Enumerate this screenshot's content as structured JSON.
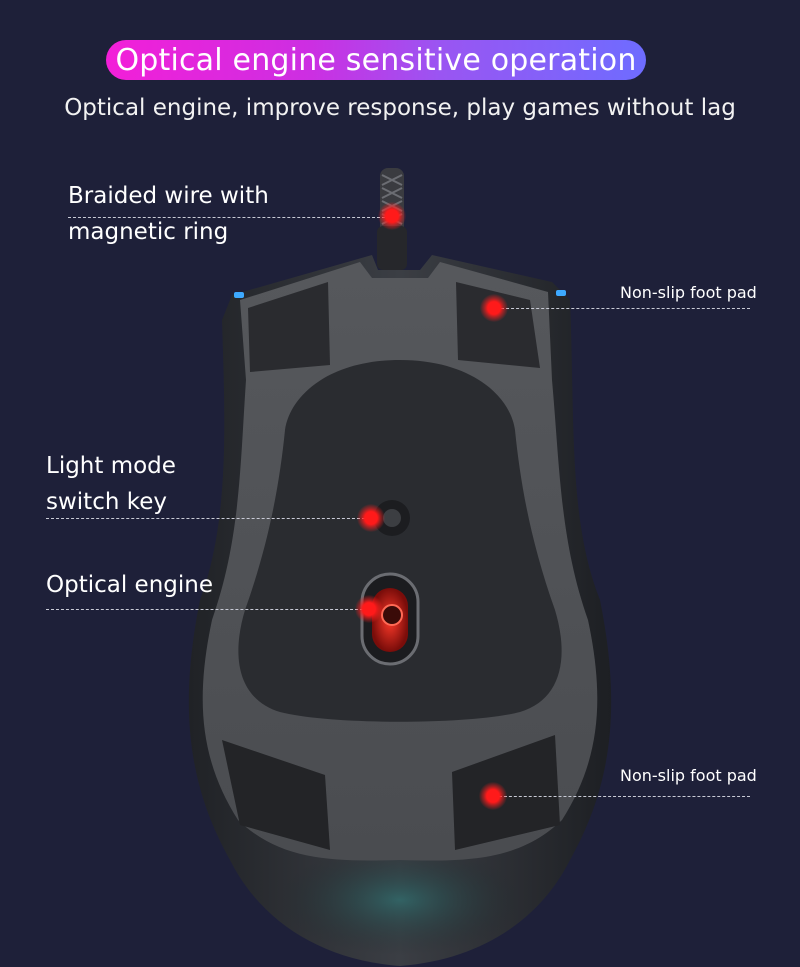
{
  "header": {
    "title": "Optical engine sensitive operation",
    "subtitle": "Optical engine, improve response, play games without lag"
  },
  "callouts": {
    "braided_wire": {
      "line1": "Braided wire with",
      "line2": "magnetic ring"
    },
    "foot_pad_top": {
      "label": "Non-slip foot pad"
    },
    "light_mode": {
      "line1": "Light mode",
      "line2": "switch key"
    },
    "optical_engine": {
      "label": "Optical engine"
    },
    "foot_pad_bottom": {
      "label": "Non-slip foot pad"
    }
  },
  "colors": {
    "background": "#1e2039",
    "pill_start": "#f31fd8",
    "pill_end": "#6e6cff",
    "marker": "#ff1a1a"
  }
}
